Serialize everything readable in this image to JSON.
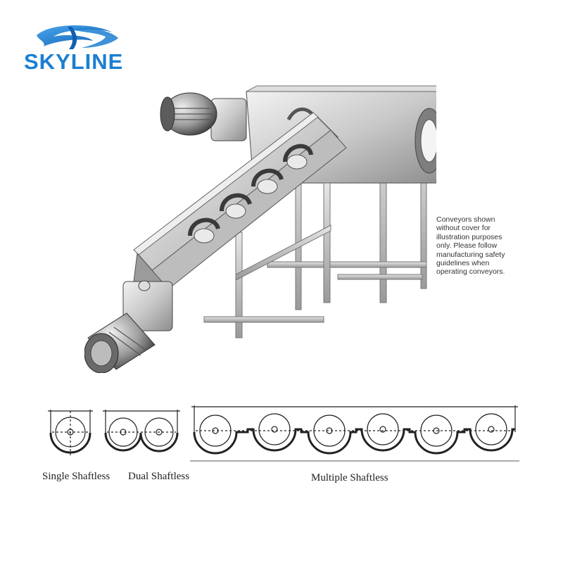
{
  "brand": {
    "logo_text": "SKYLINE",
    "logo_color": "#1b7fd1",
    "icon": "skyline-swirl-logo-icon"
  },
  "illustration": {
    "subject": "shaftless screw conveyor with motor drives on steel support frame"
  },
  "note": {
    "lines": [
      "Conveyors shown",
      "without cover for",
      "illustration purposes",
      "only. Please follow",
      "manufacturing safety",
      "guidelines when",
      "operating conveyors."
    ]
  },
  "cross_sections": {
    "single_label": "Single Shaftless",
    "dual_label": "Dual Shaftless",
    "multiple_label": "Multiple  Shaftless",
    "multiple_troughs": 6
  }
}
